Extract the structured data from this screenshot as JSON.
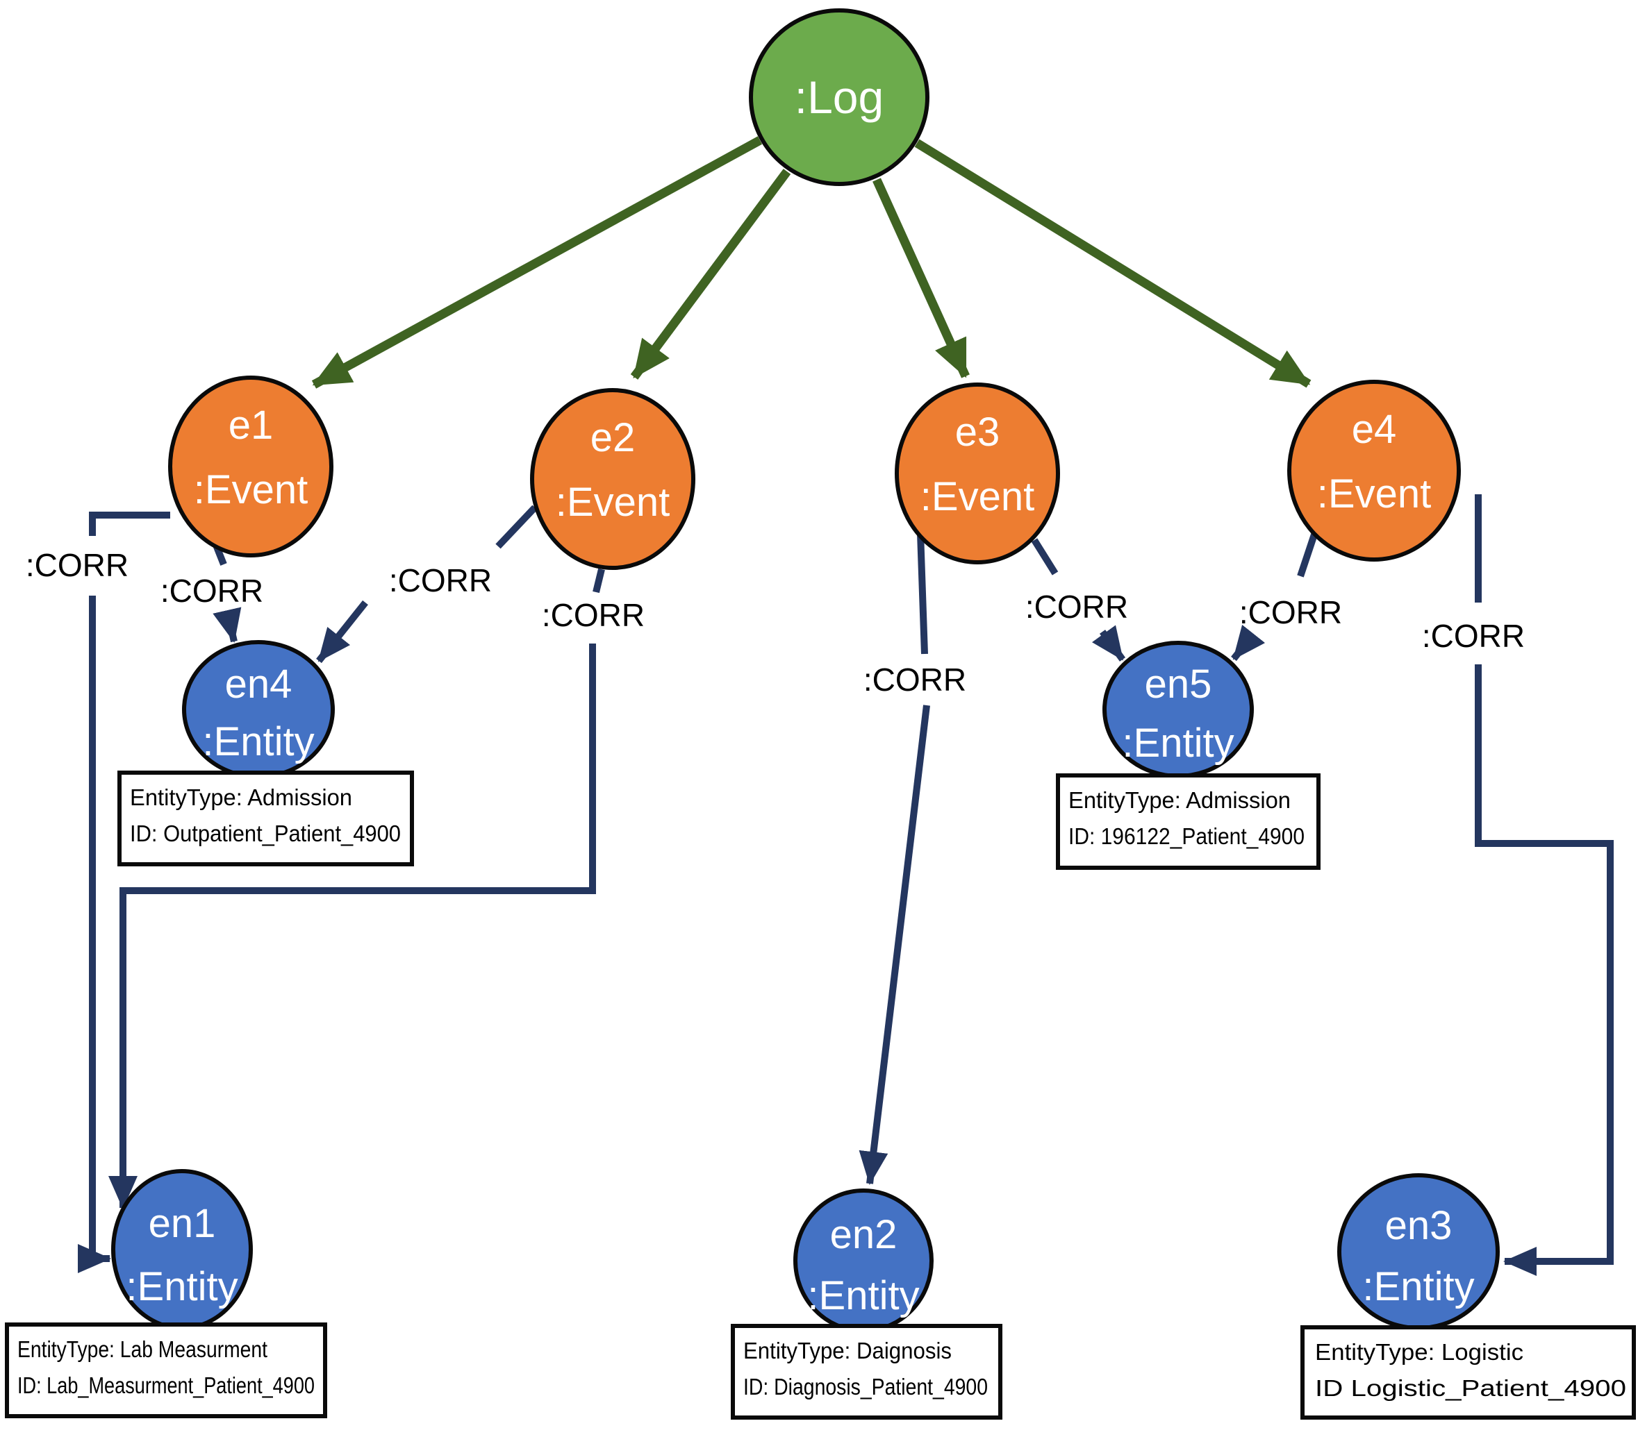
{
  "figure": {
    "title": "Event log graph with :Log, :Event and :Entity nodes",
    "edge_label": ":CORR",
    "colors": {
      "log_fill": "#6CAB4C",
      "event_fill": "#ED7D31",
      "entity_fill": "#4472C4",
      "log_arrow": "#3F6322",
      "corr_arrow": "#24365F",
      "node_stroke": "#0A0A0A",
      "node_text": "#FFFFFF",
      "label_text": "#000000",
      "box_bg": "#FFFFFF",
      "box_border": "#0A0A0A"
    },
    "nodes": {
      "log": {
        "label": ":Log"
      },
      "e1": {
        "name": "e1",
        "type": ":Event"
      },
      "e2": {
        "name": "e2",
        "type": ":Event"
      },
      "e3": {
        "name": "e3",
        "type": ":Event"
      },
      "e4": {
        "name": "e4",
        "type": ":Event"
      },
      "en1": {
        "name": "en1",
        "type": ":Entity"
      },
      "en2": {
        "name": "en2",
        "type": ":Entity"
      },
      "en3": {
        "name": "en3",
        "type": ":Entity"
      },
      "en4": {
        "name": "en4",
        "type": ":Entity"
      },
      "en5": {
        "name": "en5",
        "type": ":Entity"
      }
    },
    "relations": [
      {
        "from": ":Log",
        "to": "e1",
        "label": ""
      },
      {
        "from": ":Log",
        "to": "e2",
        "label": ""
      },
      {
        "from": ":Log",
        "to": "e3",
        "label": ""
      },
      {
        "from": ":Log",
        "to": "e4",
        "label": ""
      },
      {
        "from": "e1",
        "to": "en4",
        "label": ":CORR"
      },
      {
        "from": "e1",
        "to": "en1",
        "label": ":CORR"
      },
      {
        "from": "e2",
        "to": "en4",
        "label": ":CORR"
      },
      {
        "from": "e2",
        "to": "en1",
        "label": ":CORR"
      },
      {
        "from": "e3",
        "to": "en5",
        "label": ":CORR"
      },
      {
        "from": "e3",
        "to": "en2",
        "label": ":CORR"
      },
      {
        "from": "e4",
        "to": "en5",
        "label": ":CORR"
      },
      {
        "from": "e4",
        "to": "en3",
        "label": ":CORR"
      }
    ],
    "annotations": {
      "en4": {
        "lines": [
          "EntityType: Admission",
          "ID: Outpatient_Patient_4900"
        ]
      },
      "en5": {
        "lines": [
          "EntityType: Admission",
          "ID: 196122_Patient_4900"
        ]
      },
      "en1": {
        "lines": [
          "EntityType: Lab Measurment",
          "ID: Lab_Measurment_Patient_4900"
        ]
      },
      "en2": {
        "lines": [
          "EntityType: Daignosis",
          "ID: Diagnosis_Patient_4900"
        ]
      },
      "en3": {
        "lines": [
          "EntityType: Logistic",
          "ID Logistic_Patient_4900"
        ]
      }
    }
  }
}
